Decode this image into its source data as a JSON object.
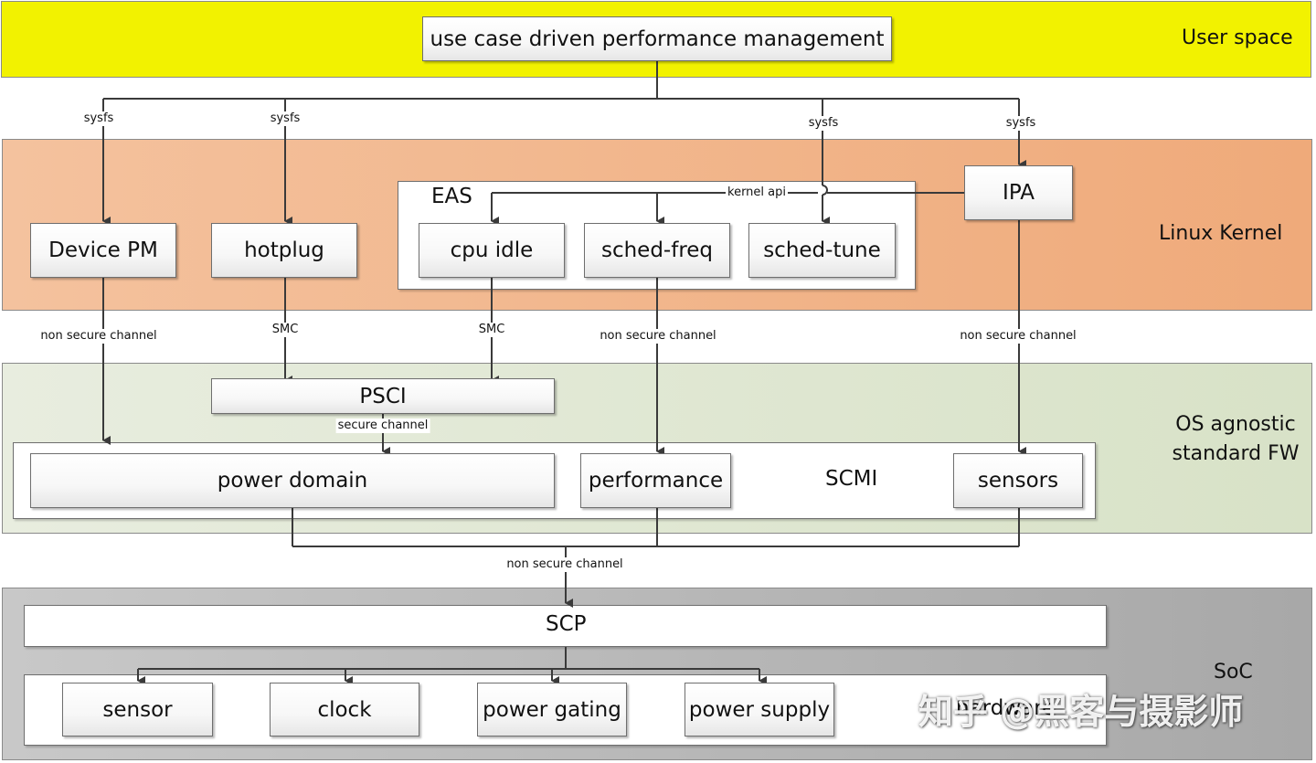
{
  "layers": {
    "user_space": {
      "label": "User space",
      "color": "#f2f200"
    },
    "linux_kernel": {
      "label": "Linux Kernel",
      "color": "#f0b080"
    },
    "os_agnostic": {
      "label": "OS agnostic\nstandard FW",
      "color": "#dde6cf"
    },
    "soc": {
      "label": "SoC",
      "color": "#b3b3b3"
    }
  },
  "nodes": {
    "use_case": "use case driven performance management",
    "device_pm": "Device PM",
    "hotplug": "hotplug",
    "eas": "EAS",
    "cpu_idle": "cpu idle",
    "sched_freq": "sched-freq",
    "sched_tune": "sched-tune",
    "ipa": "IPA",
    "psci": "PSCI",
    "scmi": "SCMI",
    "power_domain": "power domain",
    "performance": "performance",
    "sensors": "sensors",
    "scp": "SCP",
    "hardware": "hardware",
    "sensor": "sensor",
    "clock": "clock",
    "power_gating": "power gating",
    "power_supply": "power supply"
  },
  "edge_labels": {
    "sysfs_device_pm": "sysfs",
    "sysfs_hotplug": "sysfs",
    "sysfs_sched_tune": "sysfs",
    "sysfs_ipa": "sysfs",
    "kernel_api": "kernel api",
    "nsc_device_pm": "non secure channel",
    "smc_hotplug": "SMC",
    "smc_cpu_idle": "SMC",
    "nsc_sched_freq": "non secure channel",
    "nsc_ipa": "non secure channel",
    "secure_channel": "secure channel",
    "nsc_scp": "non secure channel"
  },
  "watermark": "知乎 @黑客与摄影师"
}
